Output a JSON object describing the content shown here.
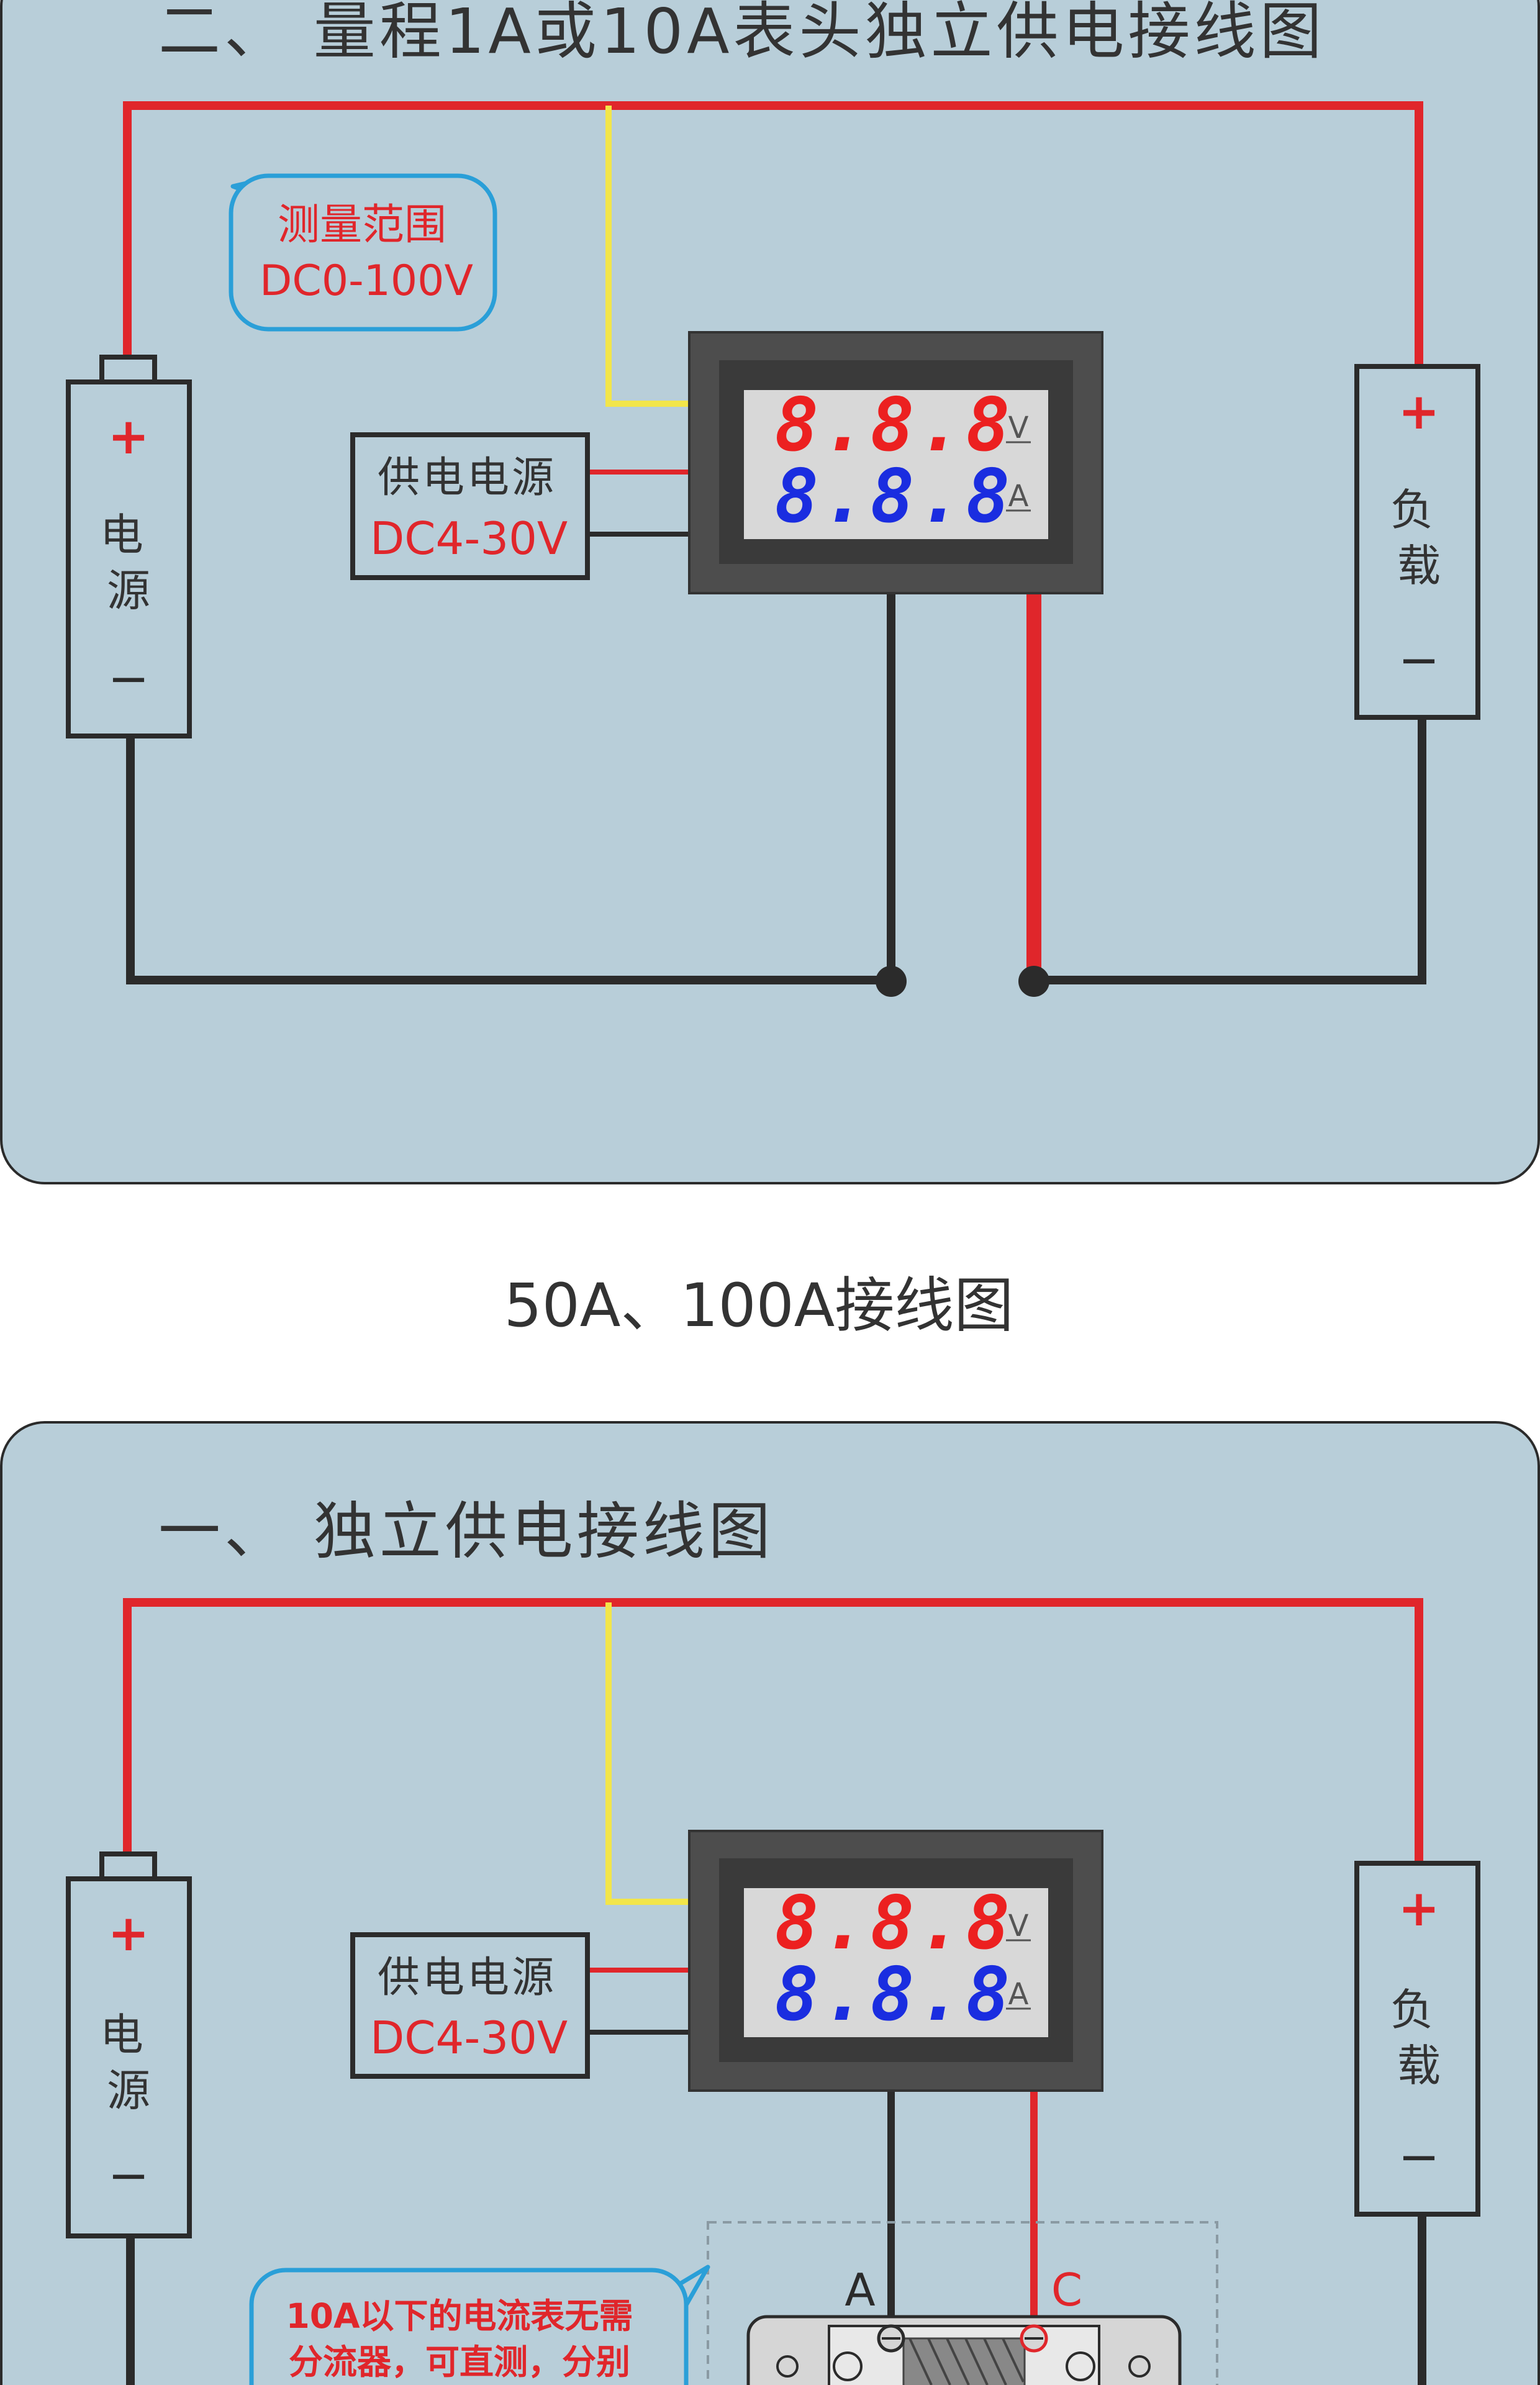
{
  "panel1": {
    "title": "二、 量程1A或10A表头独立供电接线图",
    "bubble_line1": "测量范围",
    "bubble_line2": "DC0-100V",
    "power_label": "电源",
    "load_label": "负载",
    "plus": "+",
    "minus": "−",
    "supply_line1": "供电电源",
    "supply_line2": "DC4-30V",
    "meter_top": "8.8.8",
    "meter_bottom": "8.8.8",
    "unit_v": "V",
    "unit_a": "A"
  },
  "middle_title": "50A、100A接线图",
  "panel2": {
    "title": "一、 独立供电接线图",
    "power_label": "电源",
    "load_label": "负载",
    "plus": "+",
    "minus": "−",
    "supply_line1": "供电电源",
    "supply_line2": "DC4-30V",
    "meter_top": "8.8.8",
    "meter_bottom": "8.8.8",
    "unit_v": "V",
    "unit_a": "A",
    "terminal_a": "A",
    "terminal_c": "C",
    "note_line1": "10A以下的电流表无需",
    "note_line2": "分流器，可直测，分别"
  },
  "colors": {
    "panel_bg": "#b8ced9",
    "wire_red": "#e0262b",
    "wire_black": "#2b2b2b",
    "wire_yellow": "#f2e54a",
    "bubble_border": "#2a9fd8",
    "digit_red": "#ec2020",
    "digit_blue": "#1a2de0"
  }
}
